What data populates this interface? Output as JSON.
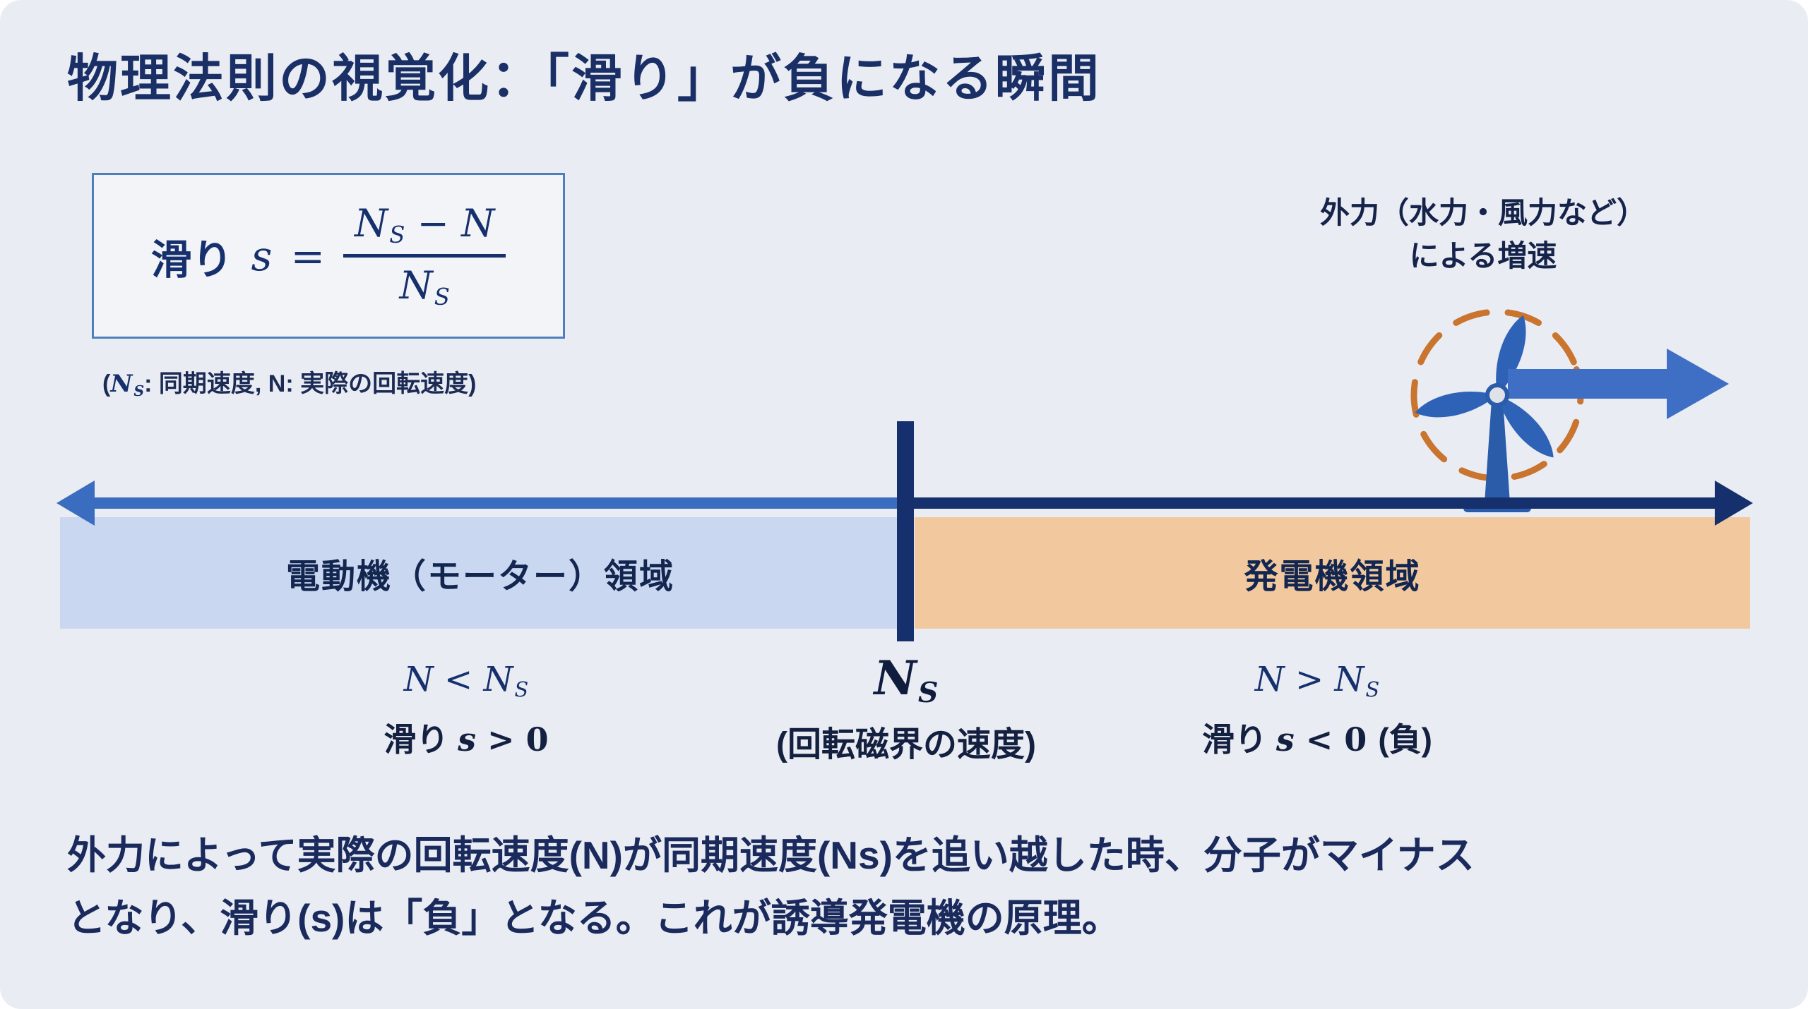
{
  "colors": {
    "title_navy": "#1a2f66",
    "axis_blue": "#3a6cc0",
    "axis_navy": "#16306e",
    "motor_band": "#c9d7f0",
    "generator_band": "#f2c89e",
    "turbine_orange": "#c9742f",
    "turbine_blue": "#2e62b6",
    "background": "#e9ecf2"
  },
  "title": "物理法則の視覚化：「滑り」が負になる瞬間",
  "formula": {
    "slip_label": "滑り",
    "variable": "s",
    "equals": "=",
    "numerator": {
      "n1": "N",
      "sub1": "S",
      "minus": " − ",
      "n2": "N"
    },
    "denominator": {
      "n": "N",
      "sub": "S"
    },
    "note": {
      "open": "(",
      "n": "N",
      "sub": "S",
      "rest": ": 同期速度, N: 実際の回転速度)"
    }
  },
  "external_force": {
    "caption_line1": "外力（水力・風力など）",
    "caption_line2": "による増速"
  },
  "axis": {
    "motor_region_label": "電動機（モーター）領域",
    "generator_region_label": "発電機領域"
  },
  "annotations": {
    "left": {
      "rel_n": "N",
      "rel_op": " < ",
      "rel_ns": "N",
      "rel_sub": "S",
      "slip_label": "滑り ",
      "slip_var": "s",
      "slip_rest": " > 0"
    },
    "center": {
      "ns_n": "N",
      "ns_sub": "S",
      "caption": "(回転磁界の速度)"
    },
    "right": {
      "rel_n": "N",
      "rel_op": " > ",
      "rel_ns": "N",
      "rel_sub": "S",
      "slip_label": "滑り ",
      "slip_var": "s",
      "slip_rest": " < 0 ",
      "slip_paren": "(負)"
    }
  },
  "body_text": {
    "line1": "外力によって実際の回転速度(N)が同期速度(Ns)を追い越した時、分子がマイナス",
    "line2": "となり、滑り(s)は「負」となる。これが誘導発電機の原理。"
  }
}
